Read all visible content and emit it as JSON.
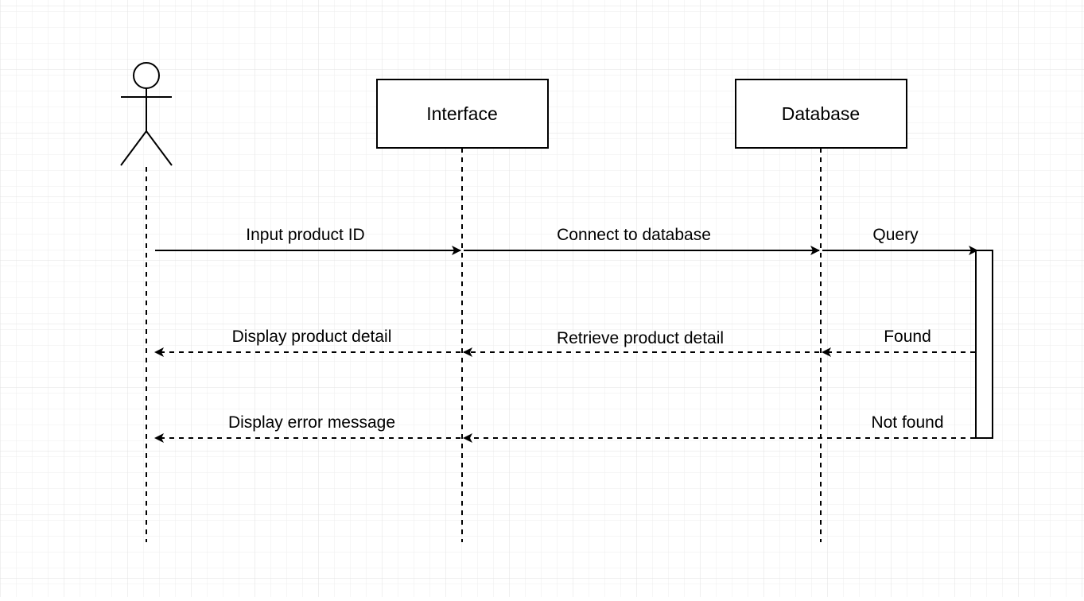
{
  "diagram": {
    "participants": [
      {
        "id": "actor",
        "kind": "actor",
        "label": ""
      },
      {
        "id": "interface",
        "kind": "box",
        "label": "Interface"
      },
      {
        "id": "database",
        "kind": "box",
        "label": "Database"
      }
    ],
    "messages": [
      {
        "id": "msg-input-product-id",
        "label": "Input product ID",
        "from": "actor",
        "to": "interface",
        "style": "solid"
      },
      {
        "id": "msg-connect-to-database",
        "label": "Connect to database",
        "from": "interface",
        "to": "database",
        "style": "solid"
      },
      {
        "id": "msg-query",
        "label": "Query",
        "from": "database",
        "to": "activation",
        "style": "solid"
      },
      {
        "id": "msg-found",
        "label": "Found",
        "from": "activation",
        "to": "database",
        "style": "dashed"
      },
      {
        "id": "msg-retrieve-product-detail",
        "label": "Retrieve product detail",
        "from": "database",
        "to": "interface",
        "style": "dashed"
      },
      {
        "id": "msg-display-product-detail",
        "label": "Display product detail",
        "from": "interface",
        "to": "actor",
        "style": "dashed"
      },
      {
        "id": "msg-not-found",
        "label": "Not found",
        "from": "activation",
        "to": "interface",
        "style": "dashed"
      },
      {
        "id": "msg-display-error-message",
        "label": "Display error message",
        "from": "interface",
        "to": "actor",
        "style": "dashed"
      }
    ],
    "colors": {
      "background": "#ffffff",
      "grid": "#e6e6e6",
      "stroke": "#000000"
    }
  }
}
